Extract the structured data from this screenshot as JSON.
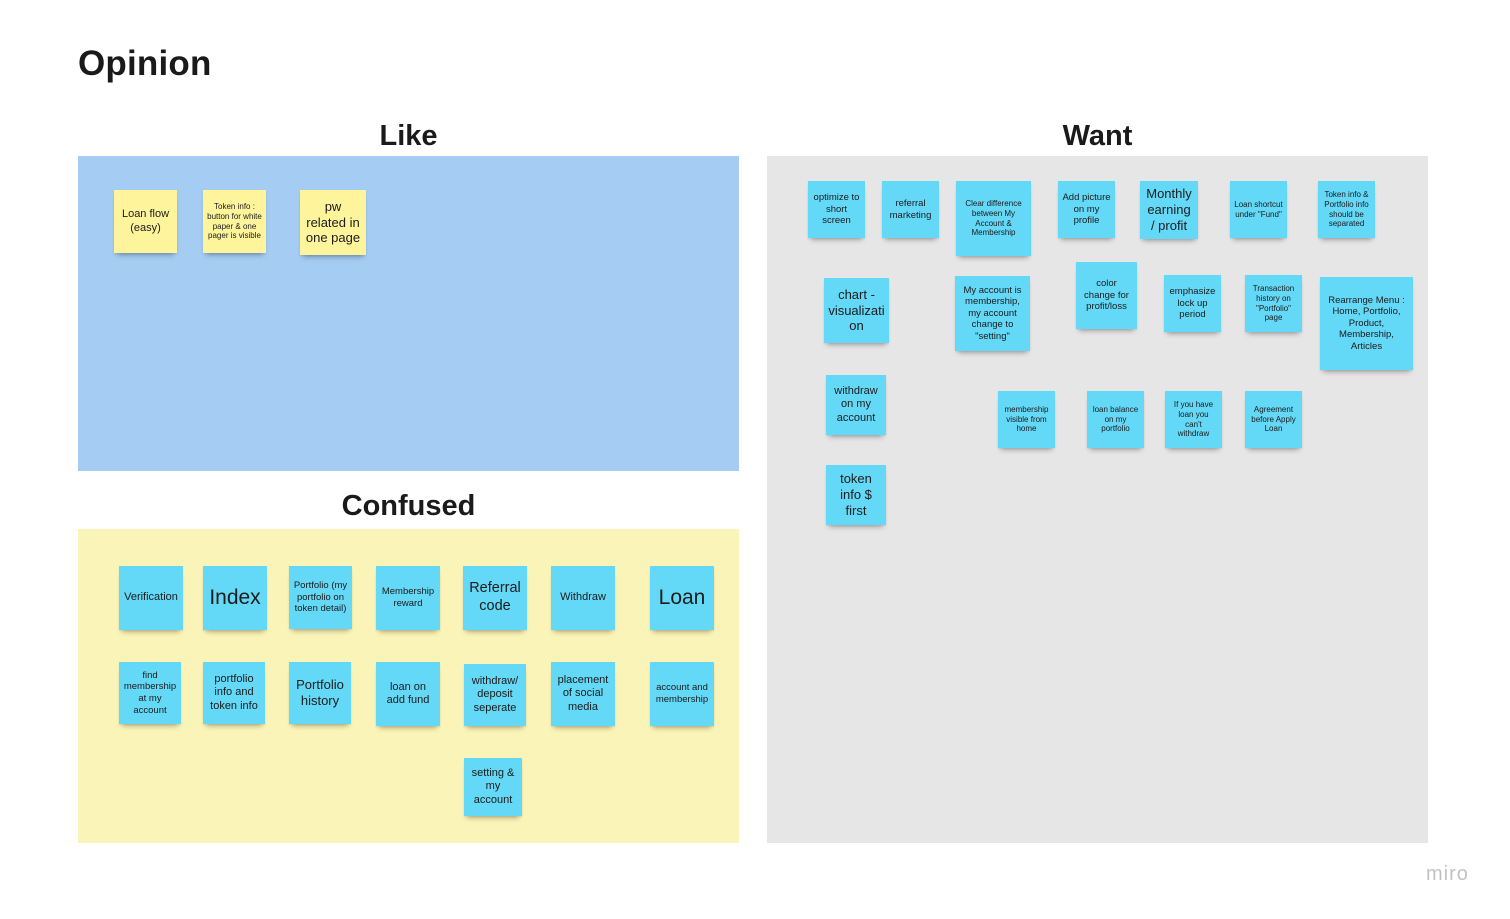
{
  "board": {
    "title": "Opinion",
    "watermark": "miro"
  },
  "sections": {
    "like": {
      "heading": "Like",
      "color": "#a5ccf3",
      "notes": [
        "Loan flow (easy)",
        "Token info : button for white paper & one pager is visible",
        "pw related in one page"
      ]
    },
    "confused": {
      "heading": "Confused",
      "color": "#fbf4b8",
      "notes": [
        "Verification",
        "Index",
        "Portfolio (my portfolio on token detail)",
        "Membership reward",
        "Referral code",
        "Withdraw",
        "Loan",
        "find membership at my account",
        "portfolio info and token info",
        "Portfolio history",
        "loan on add fund",
        "withdraw/ deposit seperate",
        "placement of social media",
        "account and membership",
        "setting & my account"
      ]
    },
    "want": {
      "heading": "Want",
      "color": "#e6e6e6",
      "notes": [
        "optimize to short screen",
        "referral marketing",
        "Clear difference between My Account & Membership",
        "Add picture on my profile",
        "Monthly earning / profit",
        "Loan shortcut under \"Fund\"",
        "Token info & Portfolio info should be separated",
        "chart - visualizati on",
        "My account is membership, my account change to \"setting\"",
        "color change for profit/loss",
        "emphasize lock up period",
        "Transaction history on \"Portfolio\" page",
        "Rearrange Menu : Home, Portfolio, Product, Membership, Articles",
        "withdraw on my account",
        "membership visible from home",
        "loan balance on my portfolio",
        "If you have loan you can't withdraw",
        "Agreement before Apply Loan",
        "token info $ first"
      ]
    }
  },
  "colors": {
    "yellow_sticky": "#fef49c",
    "blue_sticky": "#63d8f7"
  }
}
